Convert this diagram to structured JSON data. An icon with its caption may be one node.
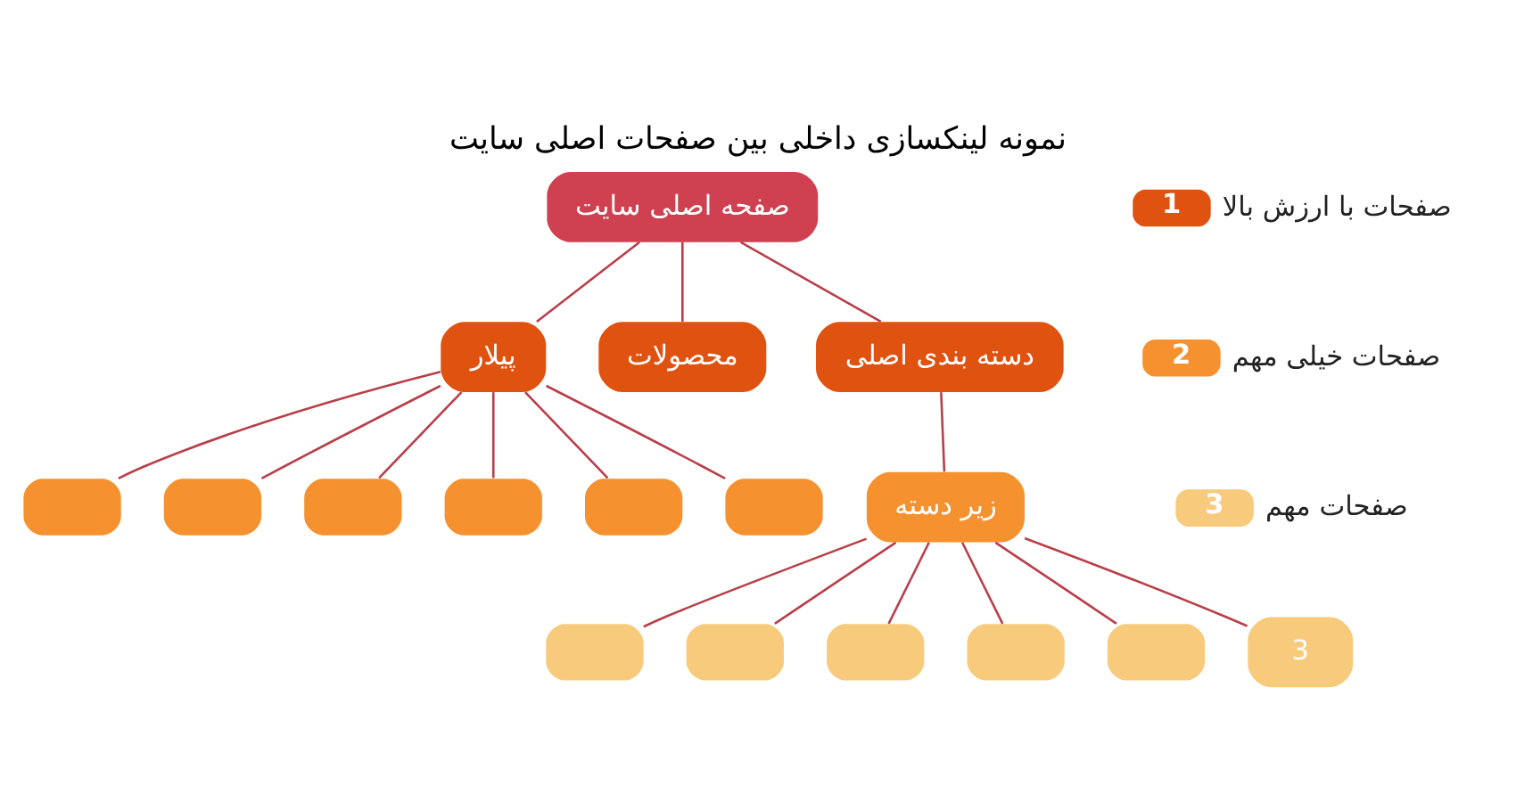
{
  "diagram": {
    "title": "نمونه لینکسازی داخلی بین صفحات اصلی سایت",
    "nodes": [
      {
        "text": [
          "صفحه اصلی سایت"
        ]
      },
      {
        "text": [
          "پیلار"
        ]
      },
      {
        "text": [
          "محصولات"
        ]
      },
      {
        "text": [
          "دسته بندی اصلی"
        ]
      },
      {
        "text": [],
        "shape": "box"
      },
      {
        "text": [],
        "shape": "box"
      },
      {
        "text": [],
        "shape": "box"
      },
      {
        "text": [],
        "shape": "box"
      },
      {
        "text": [],
        "shape": "box"
      },
      {
        "text": [],
        "shape": "box"
      },
      {
        "text": [
          "زیر دسته"
        ]
      },
      {
        "text": [],
        "shape": "box"
      },
      {
        "text": [],
        "shape": "box"
      },
      {
        "text": [],
        "shape": "box"
      },
      {
        "text": [],
        "shape": "box"
      },
      {
        "text": [],
        "shape": "box"
      },
      {
        "text": [
          "3"
        ]
      }
    ],
    "edges": [
      {
        "from": 0,
        "to": 1,
        "arrow": "none"
      },
      {
        "from": 0,
        "to": 2,
        "arrow": "none"
      },
      {
        "from": 0,
        "to": 3,
        "arrow": "none"
      },
      {
        "from": 1,
        "to": 4,
        "arrow": "none"
      },
      {
        "from": 1,
        "to": 5,
        "arrow": "none"
      },
      {
        "from": 1,
        "to": 6,
        "arrow": "none"
      },
      {
        "from": 1,
        "to": 7,
        "arrow": "none"
      },
      {
        "from": 1,
        "to": 8,
        "arrow": "none"
      },
      {
        "from": 1,
        "to": 9,
        "arrow": "none"
      },
      {
        "from": 3,
        "to": 10,
        "arrow": "none"
      },
      {
        "from": 10,
        "to": 11,
        "arrow": "none"
      },
      {
        "from": 10,
        "to": 12,
        "arrow": "none"
      },
      {
        "from": 10,
        "to": 13,
        "arrow": "none"
      },
      {
        "from": 10,
        "to": 14,
        "arrow": "none"
      },
      {
        "from": 10,
        "to": 15,
        "arrow": "none"
      },
      {
        "from": 10,
        "to": 16,
        "arrow": "none"
      }
    ],
    "labels": [
      "1",
      "2",
      "3"
    ],
    "legend": [
      {
        "text": "صفحات با ارزش بالا",
        "color": "#e0520f"
      },
      {
        "text": "صفحات خیلی مهم",
        "color": "#f5912e"
      },
      {
        "text": "صفحات مهم",
        "color": "#f8cb7c"
      }
    ]
  }
}
